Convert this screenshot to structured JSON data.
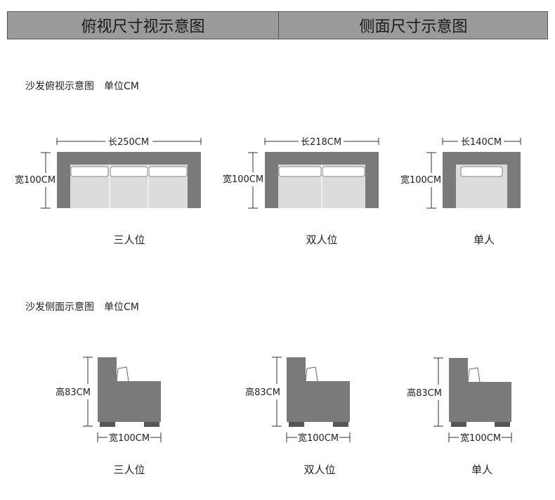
{
  "header": {
    "left": "俯视尺寸视示意图",
    "right": "侧面尺寸示意图"
  },
  "top_view": {
    "title": "沙发俯视示意图",
    "unit": "单位CM",
    "items": [
      {
        "length": "长250CM",
        "width": "宽100CM",
        "name": "三人位",
        "seats": 3
      },
      {
        "length": "长218CM",
        "width": "宽100CM",
        "name": "双人位",
        "seats": 2
      },
      {
        "length": "长140CM",
        "width": "宽100CM",
        "name": "单人",
        "seats": 1
      }
    ]
  },
  "side_view": {
    "title": "沙发侧面示意图",
    "unit": "单位CM",
    "items": [
      {
        "height": "高83CM",
        "depth": "宽100CM",
        "name": "三人位"
      },
      {
        "height": "高83CM",
        "depth": "宽100CM",
        "name": "双人位"
      },
      {
        "height": "高83CM",
        "depth": "宽100CM",
        "name": "单人"
      }
    ]
  },
  "colors": {
    "frame": "#7a7a7a",
    "seat": "#dcdcdc",
    "cushion": "#ffffff",
    "foot": "#555555",
    "line": "#333333"
  }
}
